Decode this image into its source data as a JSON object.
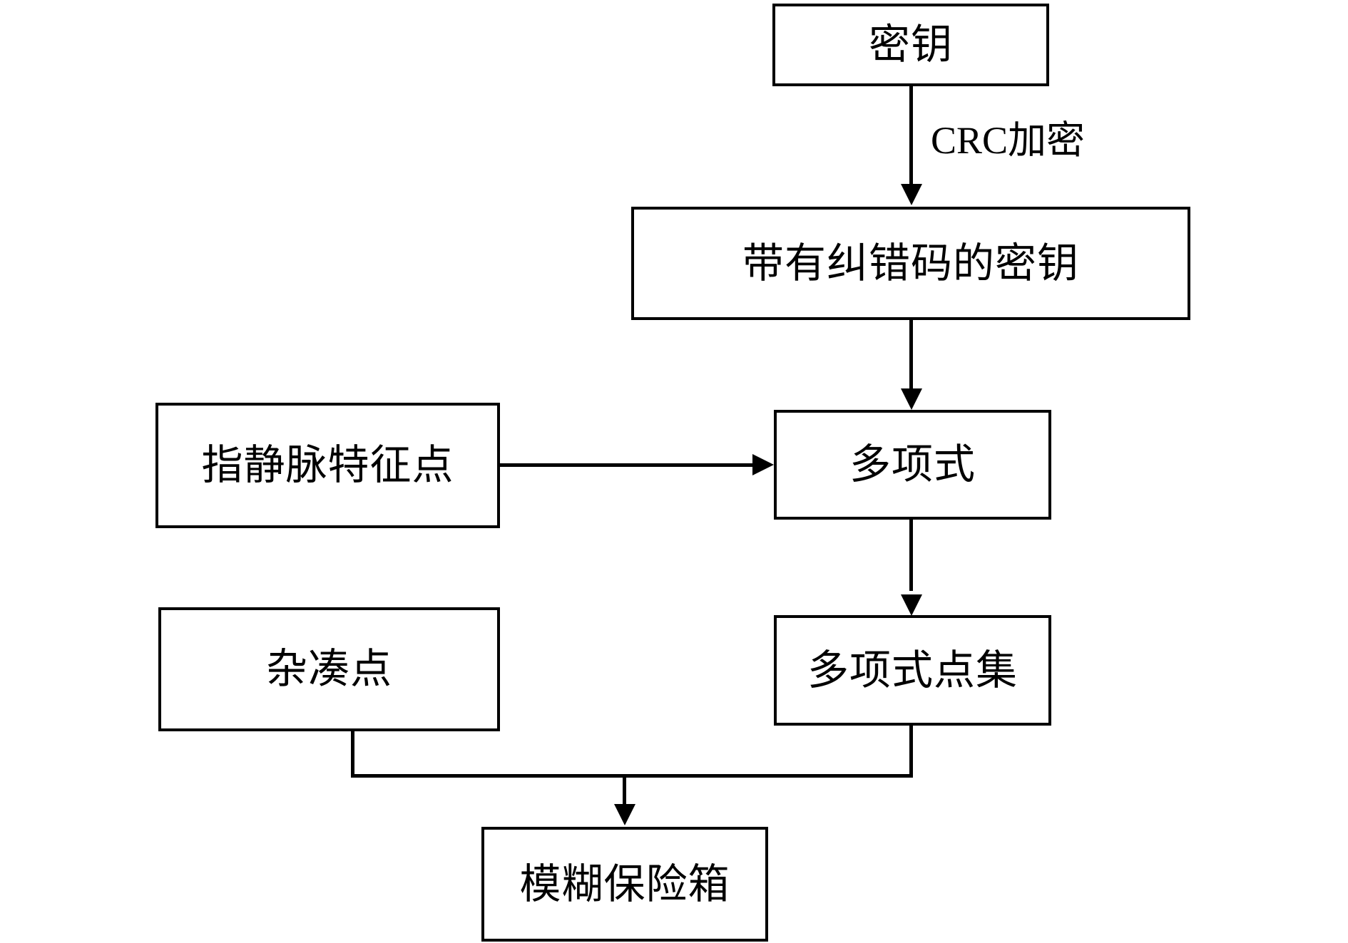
{
  "diagram": {
    "type": "flowchart",
    "title": "",
    "nodes": [
      {
        "id": "key",
        "label": "密钥"
      },
      {
        "id": "ecc_key",
        "label": "带有纠错码的密钥"
      },
      {
        "id": "feature",
        "label": "指静脉特征点"
      },
      {
        "id": "poly",
        "label": "多项式"
      },
      {
        "id": "hash",
        "label": "杂凑点"
      },
      {
        "id": "polyset",
        "label": "多项式点集"
      },
      {
        "id": "vault",
        "label": "模糊保险箱"
      }
    ],
    "edges": [
      {
        "from": "key",
        "to": "ecc_key",
        "label": "CRC加密",
        "direction": "down"
      },
      {
        "from": "ecc_key",
        "to": "poly",
        "label": "",
        "direction": "down"
      },
      {
        "from": "feature",
        "to": "poly",
        "label": "",
        "direction": "right"
      },
      {
        "from": "poly",
        "to": "polyset",
        "label": "",
        "direction": "down"
      },
      {
        "from": "hash",
        "to": "vault",
        "label": "",
        "direction": "down"
      },
      {
        "from": "polyset",
        "to": "vault",
        "label": "",
        "direction": "down"
      }
    ],
    "edge_labels": {
      "crc": "CRC加密"
    },
    "colors": {
      "stroke": "#000000",
      "fill": "#ffffff",
      "text": "#000000"
    }
  }
}
